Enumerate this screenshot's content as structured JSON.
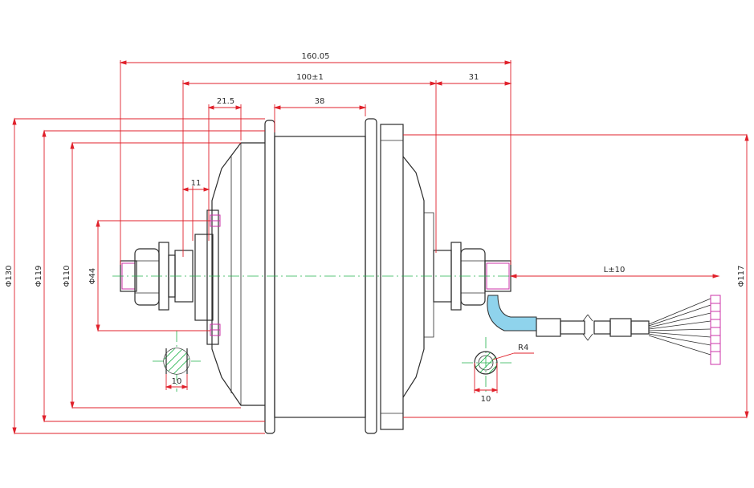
{
  "dimensions": {
    "overall_length": "160.05",
    "axle_span": "100±1",
    "right_extension": "31",
    "left_offset": "21.5",
    "body_width": "38",
    "left_step": "11",
    "cable_length": "L±10",
    "dia_130": "Φ130",
    "dia_119": "Φ119",
    "dia_110": "Φ110",
    "dia_44": "Φ44",
    "dia_117": "Φ117",
    "left_section_width": "10",
    "right_section_width": "10",
    "right_section_radius": "R4"
  },
  "colors": {
    "dimension": "#e0212b",
    "centerline": "#22b24c",
    "outline": "#2b2b2b",
    "connector": "#cc33aa",
    "cable_sleeve": "#8fd3ec"
  }
}
